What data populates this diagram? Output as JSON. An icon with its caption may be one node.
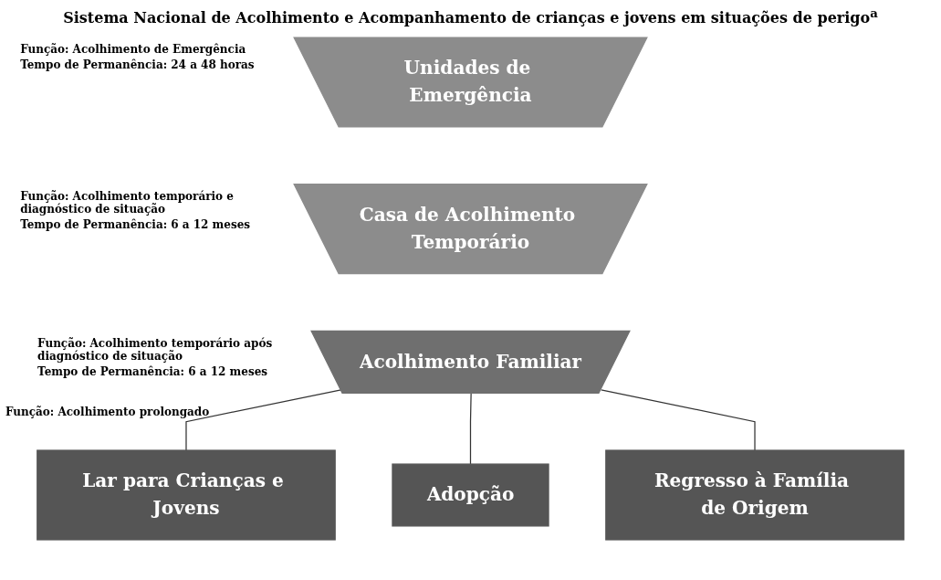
{
  "diagram": {
    "title": "Sistema Nacional de Acolhimento e Acompanhamento de crianças e jovens em situações de perigo$^{a}$",
    "nodes": [
      {
        "text": [
          "Unidades de Emergência"
        ],
        "beside": [
          "Função: Acolhimento de Emergência",
          "Tempo de Permanência: 24 a 48 horas"
        ]
      },
      {
        "text": [
          "Casa de Acolhimento Temporário"
        ],
        "beside": [
          "Função: Acolhimento temporário e diagnóstico de situação",
          "Tempo de Permanência: 6 a 12 meses"
        ]
      },
      {
        "text": [
          "Acolhimento Familiar"
        ],
        "beside": [
          "Função: Acolhimento temporário após diagnóstico de situação",
          "Tempo de Permanência: 6 a 12 meses"
        ]
      },
      {
        "text": [
          "Lar para Crianças e Jovens"
        ]
      },
      {
        "text": [
          "Adopção"
        ]
      },
      {
        "text": [
          "Regresso à Família de Origem"
        ]
      }
    ],
    "edges": [
      {
        "from": 2,
        "to": 3,
        "arrow": "none"
      },
      {
        "from": 2,
        "to": 4,
        "arrow": "none"
      },
      {
        "from": 2,
        "to": 5,
        "arrow": "none"
      }
    ],
    "labels": [
      "Função: Acolhimento prolongado"
    ]
  }
}
